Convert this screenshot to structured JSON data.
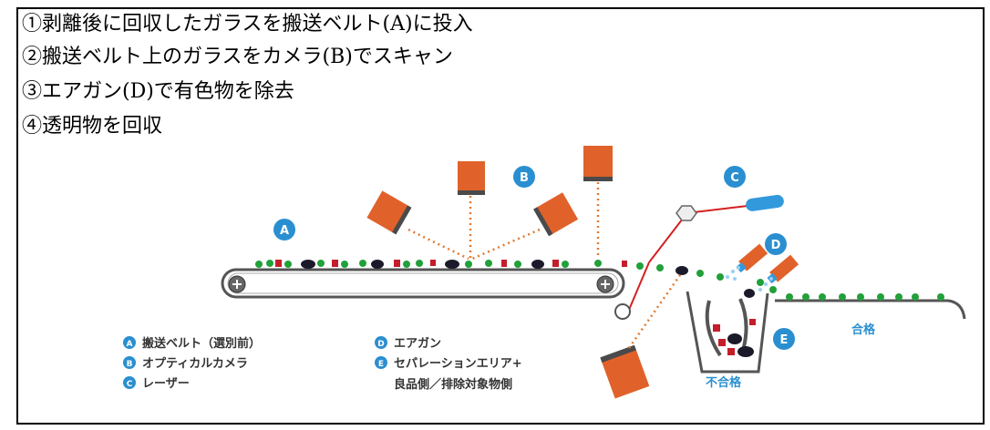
{
  "steps": [
    "①剥離後に回収したガラスを搬送ベルト(A)に投入",
    "②搬送ベルト上のガラスをカメラ(B)でスキャン",
    "③エアガン(D)で有色物を除去",
    "④透明物を回収"
  ],
  "markers": {
    "a": "A",
    "b": "B",
    "c": "C",
    "d": "D",
    "e": "E"
  },
  "legend": [
    {
      "letter": "A",
      "text": "搬送ベルト（選別前）"
    },
    {
      "letter": "B",
      "text": "オプティカルカメラ"
    },
    {
      "letter": "C",
      "text": "レーザー"
    },
    {
      "letter": "D",
      "text": "エアガン"
    },
    {
      "letter": "E",
      "text": "セパレーションエリア+"
    },
    {
      "letter": "",
      "text": "良品側／排除対象物側"
    }
  ],
  "area_labels": {
    "pass": "合格",
    "fail": "不合格"
  },
  "colors": {
    "camera": "#e0622a",
    "camera_dark": "#4a4a4a",
    "marker": "#2a8fd0",
    "beam": "#e07a33",
    "laser": "#d42020",
    "green_glass": "#22a03a",
    "red_glass": "#c41e2a",
    "dark_glass": "#1a1a2a",
    "belt": "#555555",
    "airgun": "#e0622a",
    "airgun_nozzle": "#3399dd"
  },
  "icons": {
    "camera": "camera-icon",
    "laser": "laser-icon",
    "airgun": "airgun-icon",
    "pulley": "pulley-icon"
  }
}
